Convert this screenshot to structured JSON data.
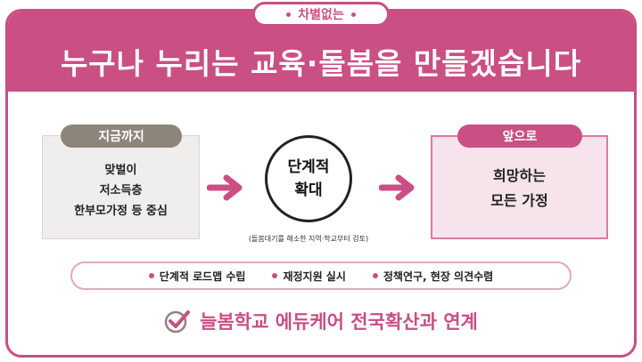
{
  "colors": {
    "accent": "#c94f84",
    "accent_light": "#f7e3eb",
    "gray_tag": "#8d857a",
    "gray_box": "#efeeec",
    "text": "#222222"
  },
  "header": {
    "tag": "차별없는",
    "title": "누구나 누리는 교육·돌봄을 만들겠습니다"
  },
  "left": {
    "tag": "지금까지",
    "lines": [
      "맞벌이",
      "저소득층",
      "한부모가정 등 중심"
    ]
  },
  "center": {
    "lines": [
      "단계적",
      "확대"
    ],
    "note": "(돌봄대기를 해소한 지역·학교부터 검토)"
  },
  "right": {
    "tag": "앞으로",
    "lines": [
      "희망하는",
      "모든 가정"
    ]
  },
  "bullets": [
    "단계적 로드맵 수립",
    "재정지원 실시",
    "정책연구, 현장 의견수렴"
  ],
  "bottom": {
    "icon": "check-circle-icon",
    "text": "늘봄학교 에듀케어 전국확산과 연계"
  }
}
